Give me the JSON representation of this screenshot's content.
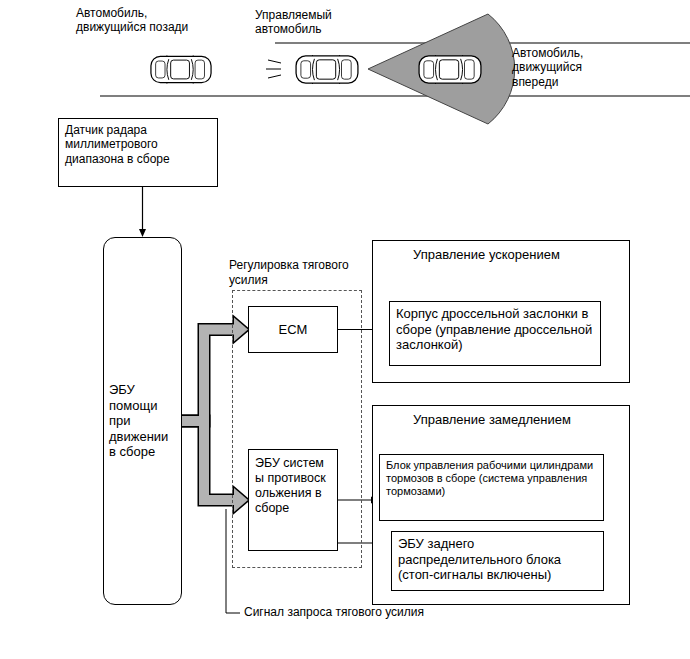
{
  "diagram": {
    "nodes": [
      {
        "text": [
          "Датчик радара миллиметрового диапазона в сборе"
        ]
      },
      {
        "text": [
          "ЭБУ помощи при движении в сборе"
        ]
      },
      {
        "text": [
          "Регулировка тягового усилия"
        ]
      },
      {
        "text": [
          "ECM"
        ],
        "in": 2
      },
      {
        "text": [
          "ЭБУ системы противоскольжения в сборе"
        ],
        "in": 2
      },
      {
        "text": [
          "Управление ускорением"
        ]
      },
      {
        "text": [
          "Корпус дроссельной заслонки в сборе (управление дроссельной заслонкой)"
        ],
        "in": 5
      },
      {
        "text": [
          "Управление замедлением"
        ]
      },
      {
        "text": [
          "Блок управления рабочими цилиндрами тормозов в сборе (система управления тормозами)"
        ],
        "in": 7
      },
      {
        "text": [
          "ЭБУ заднего распределительного блока (стоп-сигналы включены)"
        ],
        "in": 7
      }
    ],
    "edges": [
      {
        "from": 0,
        "to": 1,
        "arrow": "to"
      },
      {
        "from": 1,
        "to": 3,
        "arrow": "to"
      },
      {
        "from": 1,
        "to": 4,
        "arrow": "to"
      },
      {
        "from": 3,
        "to": 6,
        "arrow": "to"
      },
      {
        "from": 4,
        "to": 8,
        "arrow": "to"
      },
      {
        "from": 4,
        "to": 9,
        "arrow": "to"
      }
    ],
    "labels": [
      "Автомобиль, движущийся позади",
      "Управляемый автомобиль",
      "Автомобиль, движущийся впереди",
      "Сигнал запроса тягового усилия"
    ]
  }
}
